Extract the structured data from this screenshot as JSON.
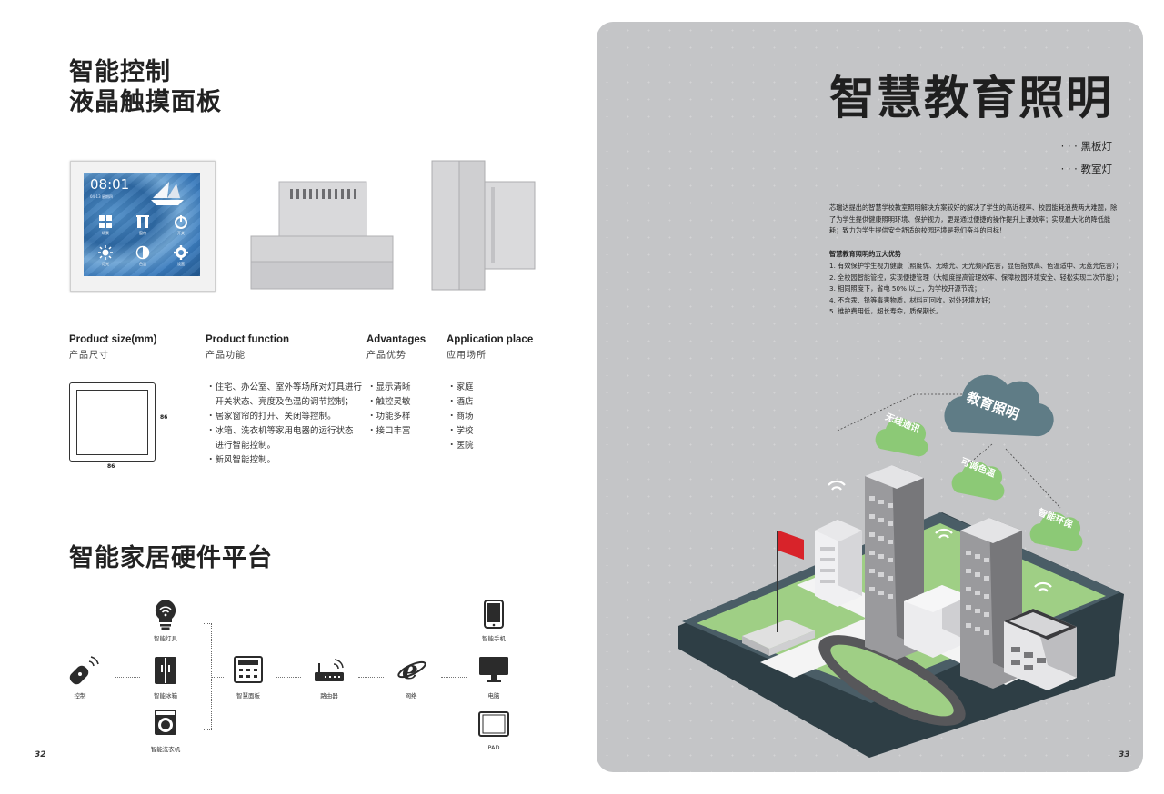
{
  "left": {
    "title_line1": "智能控制",
    "title_line2": "液晶触摸面板",
    "panel_screen": {
      "time": "08:01",
      "date": "04-13  星期四",
      "icons": [
        {
          "icon": "grid-icon",
          "label": "场景"
        },
        {
          "icon": "curtain-icon",
          "label": "窗帘"
        },
        {
          "icon": "power-icon",
          "label": "开关"
        },
        {
          "icon": "sun-icon",
          "label": "灯光"
        },
        {
          "icon": "contrast-icon",
          "label": "色温"
        },
        {
          "icon": "gear-icon",
          "label": "设置"
        }
      ]
    },
    "columns": {
      "size": {
        "heading": "Product size(mm)",
        "sub": "产品尺寸",
        "dim_right": "86",
        "dim_bottom": "86"
      },
      "function": {
        "heading": "Product function",
        "sub": "产品功能",
        "items": [
          "・住宅、办公室、室外等场所对灯具进行",
          "　开关状态、亮度及色温的调节控制；",
          "・居家窗帘的打开、关闭等控制。",
          "・冰箱、洗衣机等家用电器的运行状态",
          "　进行智能控制。",
          "・新风智能控制。"
        ]
      },
      "advantages": {
        "heading": "Advantages",
        "sub": "产品优势",
        "items": [
          "・显示清晰",
          "・触控灵敏",
          "・功能多样",
          "・接口丰富"
        ]
      },
      "application": {
        "heading": "Application place",
        "sub": "应用场所",
        "items": [
          "・家庭",
          "・酒店",
          "・商场",
          "・学校",
          "・医院"
        ]
      }
    },
    "platform_title": "智能家居硬件平台",
    "nodes": {
      "control": "控制",
      "lamp": "智能灯具",
      "fridge": "智能冰箱",
      "washer": "智能洗衣机",
      "panel": "智慧面板",
      "router": "路由器",
      "network": "网络",
      "phone": "智能手机",
      "pc": "电脑",
      "pad": "PAD"
    },
    "page_number": "32"
  },
  "right": {
    "title": "智慧教育照明",
    "bullets": [
      "· · · 黑板灯",
      "· · · 教室灯"
    ],
    "intro": "芯瑞达提出的智慧学校教室照明解决方案较好的解决了学生的高近视率、校园能耗浪费两大难题，除了为学生提供健康照明环境、保护视力，更是通过便捷的操作提升上课效率；实现最大化的降低能耗；致力为学生提供安全舒适的校园环境是我们奋斗的目标！",
    "advantages_title": "智慧教育照明的五大优势",
    "advantages": [
      "1. 有效保护学生视力健康（照度优、无眩光、无光频闪危害，显色指数高、色温适中、无蓝光危害）；",
      "2. 全校园智能管控，实现便捷管理（大幅度提高管理效率、保障校园环境安全、轻松实现二次节能）；",
      "3. 相同照度下，省电 50% 以上，为学校开源节流；",
      "4. 不含汞、铅等毒害物质，材料可回收，对外环境友好；",
      "5. 维护费用低，超长寿命，质保期长。"
    ],
    "cloud_main": "教育照明",
    "cloud_tags": [
      "无线通讯",
      "可调色温",
      "智能环保"
    ],
    "page_number": "33"
  },
  "colors": {
    "panel_bg": "#c4c5c7",
    "cloud_main": "#5f7c86",
    "cloud_green": "#8cc976",
    "field_green": "#9fcf85",
    "flag_red": "#d8232a"
  }
}
